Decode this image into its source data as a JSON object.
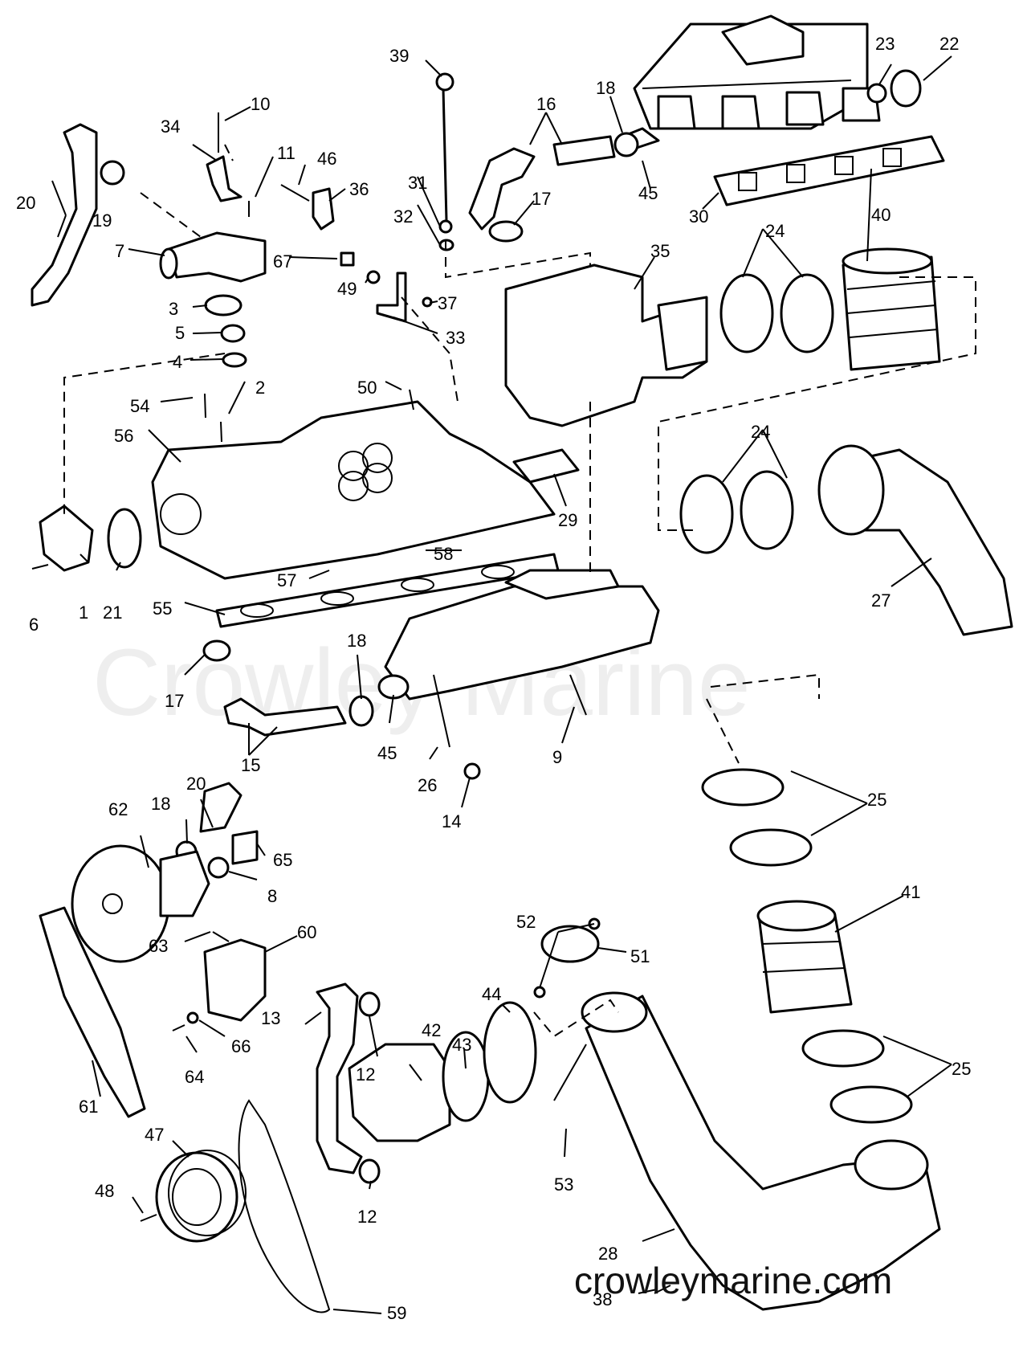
{
  "watermark": "Crowley Marine",
  "site": "crowleymarine.com",
  "callouts": {
    "c1": "1",
    "c2": "2",
    "c3": "3",
    "c4": "4",
    "c5": "5",
    "c6": "6",
    "c7": "7",
    "c8": "8",
    "c9": "9",
    "c10": "10",
    "c11": "11",
    "c12a": "12",
    "c12b": "12",
    "c13": "13",
    "c14": "14",
    "c15": "15",
    "c16": "16",
    "c17a": "17",
    "c17b": "17",
    "c18a": "18",
    "c18b": "18",
    "c18c": "18",
    "c19": "19",
    "c20a": "20",
    "c20b": "20",
    "c21": "21",
    "c22": "22",
    "c23": "23",
    "c24a": "24",
    "c24b": "24",
    "c25a": "25",
    "c25b": "25",
    "c26": "26",
    "c27": "27",
    "c28": "28",
    "c29": "29",
    "c30": "30",
    "c31": "31",
    "c32": "32",
    "c33": "33",
    "c34": "34",
    "c35": "35",
    "c36": "36",
    "c37": "37",
    "c38": "38",
    "c39": "39",
    "c40": "40",
    "c41": "41",
    "c42": "42",
    "c43": "43",
    "c44": "44",
    "c45a": "45",
    "c45b": "45",
    "c46": "46",
    "c47": "47",
    "c48": "48",
    "c49": "49",
    "c50": "50",
    "c51": "51",
    "c52": "52",
    "c53": "53",
    "c54": "54",
    "c55": "55",
    "c56": "56",
    "c57": "57",
    "c58": "58",
    "c59": "59",
    "c60": "60",
    "c61": "61",
    "c62": "62",
    "c63": "63",
    "c64": "64",
    "c65": "65",
    "c66": "66",
    "c67": "67"
  }
}
